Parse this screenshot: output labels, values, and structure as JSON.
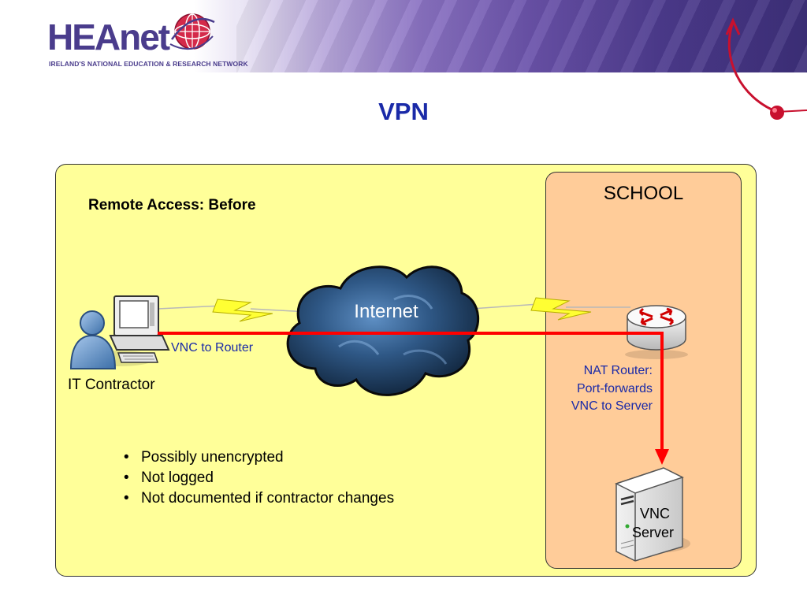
{
  "header": {
    "logo_text": "HEAnet",
    "logo_tagline": "IRELAND'S NATIONAL EDUCATION & RESEARCH NETWORK"
  },
  "slide": {
    "title": "VPN",
    "subtitle": "Remote Access: Before"
  },
  "diagram": {
    "school_label": "SCHOOL",
    "cloud_label": "Internet",
    "contractor_label": "IT Contractor",
    "connection_label": "VNC to Router",
    "router_note": [
      "NAT Router:",
      "Port-forwards",
      "VNC to Server"
    ],
    "server_label": [
      "VNC",
      "Server"
    ]
  },
  "bullets": [
    "Possibly unencrypted",
    "Not logged",
    "Not documented if contractor changes"
  ],
  "colors": {
    "title": "#1a2aa8",
    "panel": "#ffff99",
    "school": "#ffcc99",
    "connection": "#ff0000",
    "label_blue": "#1a2aa8"
  }
}
